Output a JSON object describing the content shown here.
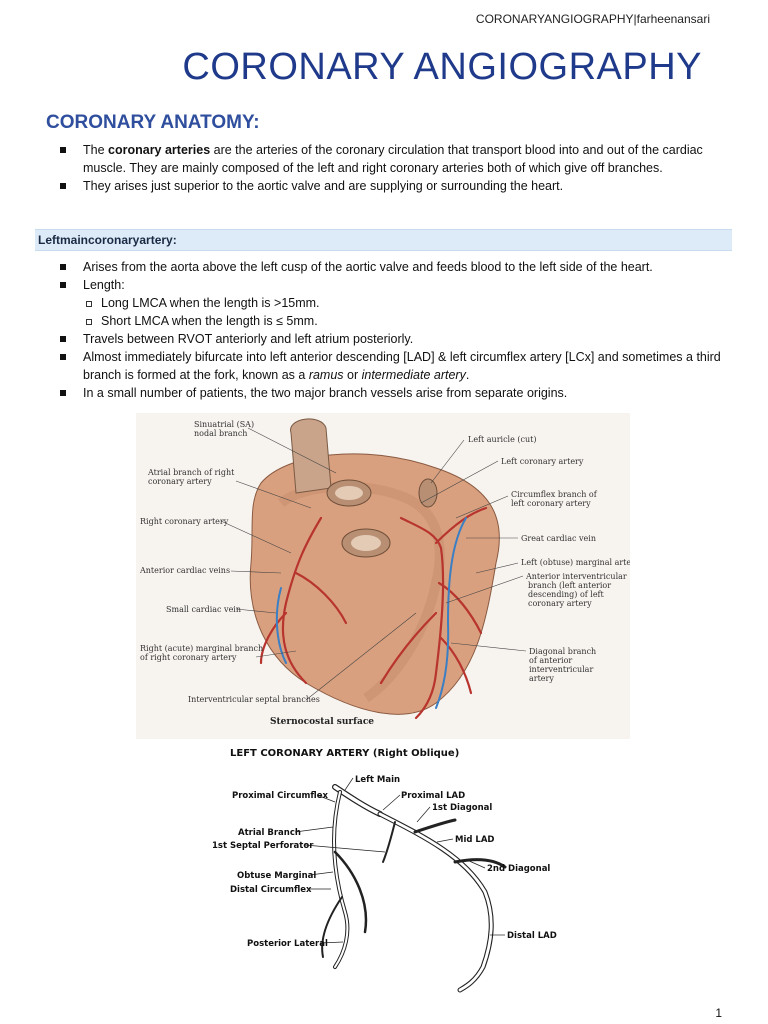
{
  "header": {
    "running_head": "CORONARYANGIOGRAPHY|farheenansari"
  },
  "title": "CORONARY ANGIOGRAPHY",
  "section1": {
    "heading": "CORONARY ANATOMY:",
    "b1_pre": "The ",
    "b1_bold": "coronary arteries",
    "b1_post": " are the arteries of the coronary circulation that transport blood into and out of the cardiac muscle. They are mainly composed of the left and right coronary arteries both of which give off branches.",
    "b2": "They arises just superior to the aortic valve and are supplying or surrounding the heart."
  },
  "section2": {
    "heading": "Leftmaincoronaryartery:",
    "b1": "Arises from the aorta above the left cusp of the aortic valve and feeds blood to the left side of the heart.",
    "b2": "Length:",
    "sub1": "Long LMCA when the length is >15mm.",
    "sub2": "Short LMCA when the length is ≤ 5mm.",
    "b3": "Travels between RVOT anteriorly and left atrium posteriorly.",
    "b4_pre": "Almost immediately bifurcate into left anterior descending [LAD] & left circumflex artery [LCx] and sometimes a third branch is formed at the fork, known as a ",
    "b4_ramus": "ramus",
    "b4_or": " or ",
    "b4_inter": "intermediate artery",
    "b4_end": ".",
    "b5": "In a small number of patients, the two major branch vessels arise from separate origins."
  },
  "figure1": {
    "labels_left": [
      "Sinuatrial (SA)",
      "nodal branch",
      "Atrial branch of right",
      "coronary artery",
      "Right coronary artery",
      "Anterior cardiac veins",
      "Small cardiac vein",
      "Right (acute) marginal branch",
      "of right coronary artery",
      "Interventricular septal branches"
    ],
    "labels_right": [
      "Left auricle (cut)",
      "Left coronary artery",
      "Circumflex branch of",
      "left coronary artery",
      "Great cardiac vein",
      "Left (obtuse) marginal artery",
      "Anterior interventricular",
      "branch (left anterior",
      "descending) of left",
      "coronary artery",
      "Diagonal branch",
      "of anterior",
      "interventricular",
      "artery"
    ],
    "caption": "Sternocostal surface",
    "colors": {
      "heart": "#d9a07f",
      "artery": "#b8342e",
      "vein": "#3a7fc4"
    }
  },
  "figure2": {
    "title": "LEFT CORONARY ARTERY (Right Oblique)",
    "labels": [
      "Left Main",
      "Proximal Circumflex",
      "Proximal LAD",
      "1st Diagonal",
      "Atrial Branch",
      "1st Septal Perforator",
      "Mid LAD",
      "2nd Diagonal",
      "Obtuse Marginal",
      "Distal Circumflex",
      "Distal LAD",
      "Posterior Lateral"
    ]
  },
  "page_number": "1"
}
